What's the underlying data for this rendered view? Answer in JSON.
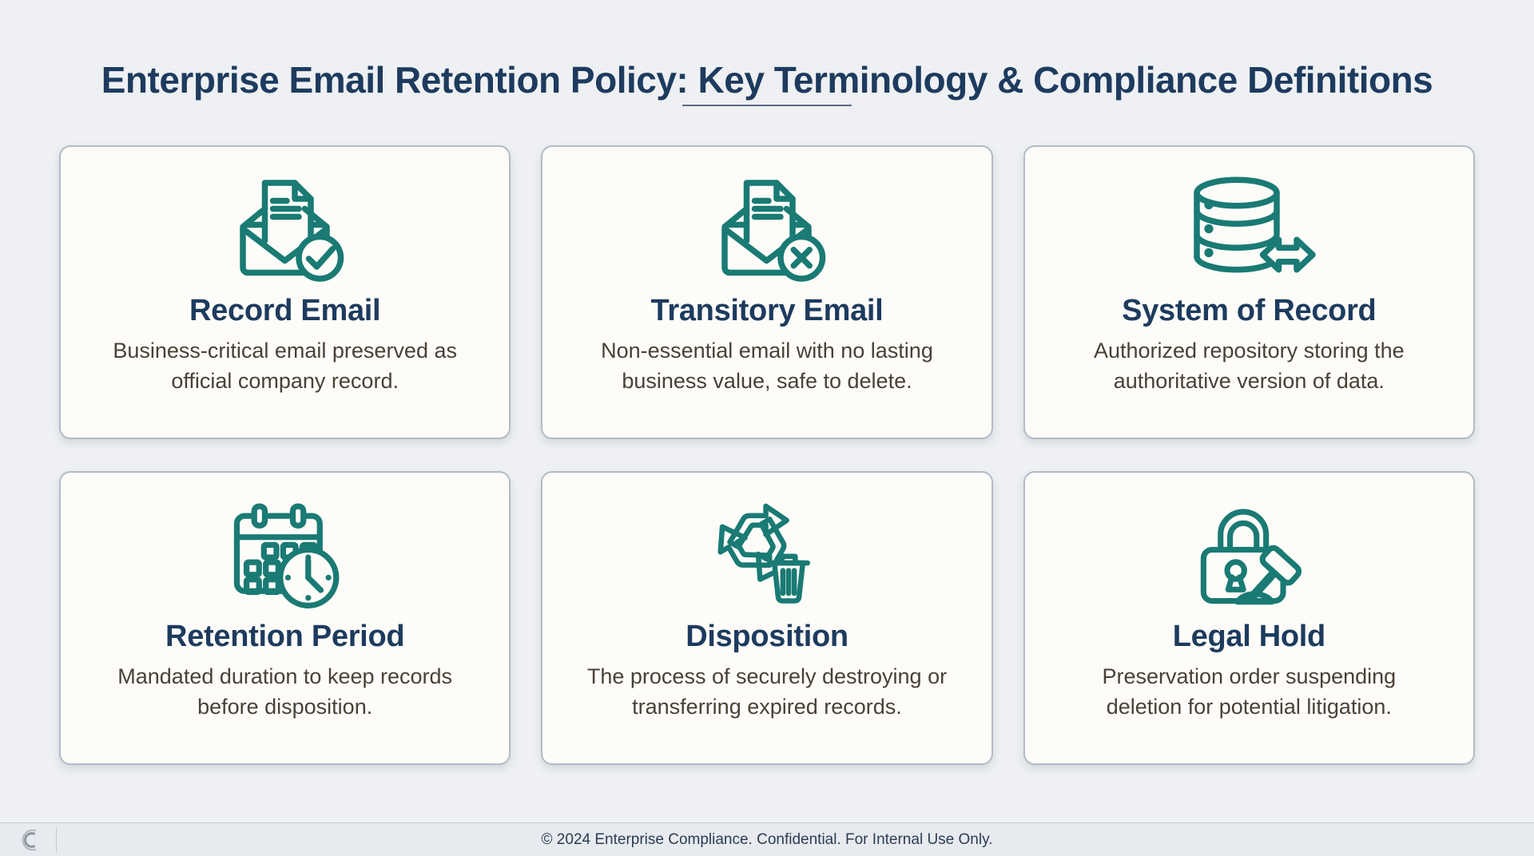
{
  "header": {
    "title": "Enterprise Email Retention Policy: Key Terminology & Compliance Definitions"
  },
  "colors": {
    "icon_teal": "#1a7a74",
    "navy": "#1d3b5e",
    "card_bg": "#fdfcf8",
    "page_bg": "#eef0f3",
    "card_border": "#b3bbc6",
    "underline": "#5a6b85",
    "desc_text": "#4a4036",
    "footer_bg": "#e7eaee",
    "footer_text": "#2c3c54"
  },
  "cards": [
    {
      "icon": "record-email-icon",
      "title": "Record Email",
      "description": "Business-critical email preserved as official company record."
    },
    {
      "icon": "transitory-email-icon",
      "title": "Transitory Email",
      "description": "Non-essential email with no lasting business value, safe to delete."
    },
    {
      "icon": "system-of-record-icon",
      "title": "System of Record",
      "description": "Authorized repository storing the authoritative version of data."
    },
    {
      "icon": "retention-period-icon",
      "title": "Retention Period",
      "description": "Mandated duration to keep records before disposition."
    },
    {
      "icon": "disposition-icon",
      "title": "Disposition",
      "description": "The process of securely destroying or transferring expired records."
    },
    {
      "icon": "legal-hold-icon",
      "title": "Legal Hold",
      "description": "Preservation order suspending deletion for potential litigation."
    }
  ],
  "footer": {
    "copyright": "© 2024 Enterprise Compliance. Confidential. For Internal Use Only."
  }
}
